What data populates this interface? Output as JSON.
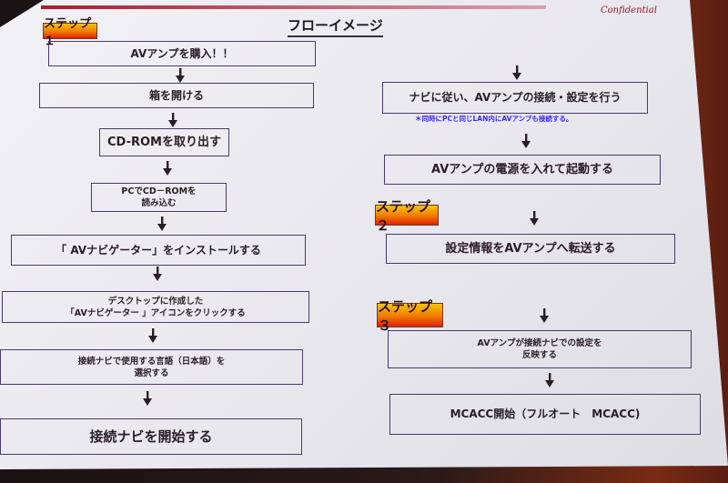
{
  "header": {
    "title": "フローイメージ",
    "confidential": "Confidential"
  },
  "steps": {
    "step1": "ステップ１",
    "step2": "ステップ２",
    "step3": "ステップ３"
  },
  "left_flow": [
    {
      "lines": [
        "AVアンプを購入！！"
      ]
    },
    {
      "lines": [
        "箱を開ける"
      ]
    },
    {
      "lines": [
        "CD-ROMを取り出す"
      ]
    },
    {
      "lines": [
        "PCでCD－ROMを",
        "読み込む"
      ]
    },
    {
      "lines": [
        "「 AVナビゲーター」をインストールする"
      ]
    },
    {
      "lines": [
        "デスクトップに作成した",
        "「AVナビゲーター 」アイコンをクリックする"
      ]
    },
    {
      "lines": [
        "接続ナビで使用する言語（日本語）を",
        "選択する"
      ]
    },
    {
      "lines": [
        "接続ナビを開始する"
      ]
    }
  ],
  "right_flow": [
    {
      "lines": [
        "ナビに従い、AVアンプの接続・設定を行う"
      ]
    },
    {
      "lines": [
        "AVアンプの電源を入れて起動する"
      ]
    },
    {
      "lines": [
        "設定情報をAVアンプへ転送する"
      ]
    },
    {
      "lines": [
        "AVアンプが接続ナビでの設定を",
        "反映する"
      ]
    },
    {
      "lines": [
        "MCACC開始（フルオート　MCACC)"
      ]
    }
  ],
  "note": "＊同時にPCと同じLAN内にAVアンプも接続する。",
  "colors": {
    "note": "#3a2aff",
    "confidential": "#a01020",
    "rule": "#b01830"
  }
}
